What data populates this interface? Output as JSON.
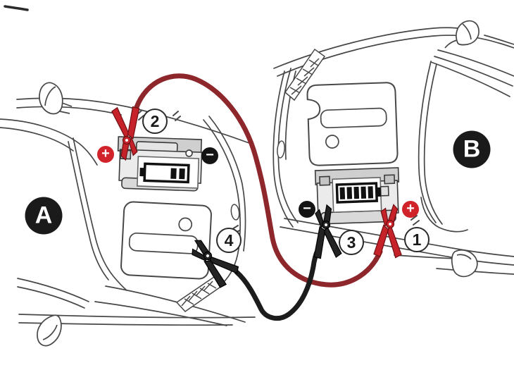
{
  "diagram": {
    "type": "jump-start-two-vehicles-illustration"
  },
  "vehicles": [
    {
      "label": "A",
      "battery_indicator": {
        "bars_filled": 2,
        "bars_total": 5
      }
    },
    {
      "label": "B",
      "battery_indicator": {
        "bars_filled": 5,
        "bars_total": 5
      }
    }
  ],
  "markers": {
    "positive_symbol": "+",
    "negative_symbol": "−"
  },
  "steps": [
    {
      "number": "1",
      "location": "car-b-positive-terminal",
      "clamp_color": "red"
    },
    {
      "number": "2",
      "location": "car-a-positive-terminal",
      "clamp_color": "red"
    },
    {
      "number": "3",
      "location": "car-b-negative-terminal",
      "clamp_color": "black"
    },
    {
      "number": "4",
      "location": "car-a-ground-point",
      "clamp_color": "black"
    }
  ],
  "icons": {
    "battery_low": "battery-low-icon",
    "battery_full": "battery-full-icon",
    "positive": "plus-icon",
    "negative": "minus-icon"
  },
  "colors": {
    "positive_badge_red": "#d0232a",
    "clamp_red": "#c5222a",
    "cable_red": "#8e272c",
    "cable_black": "#1c1c1c",
    "badge_black": "#1a1a1a",
    "line_art": "#474747"
  }
}
